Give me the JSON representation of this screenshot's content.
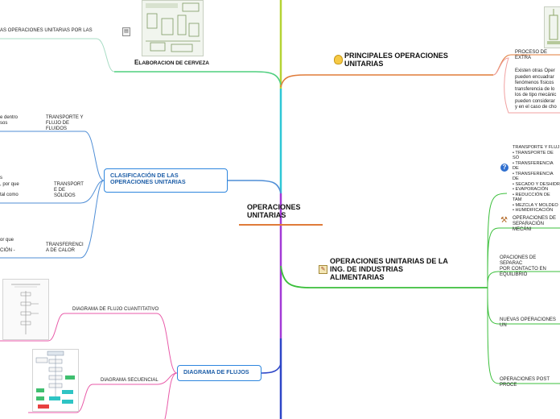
{
  "center": {
    "title": "OPERACIONES\nUNITARIAS"
  },
  "right": {
    "principales": {
      "title": "PRINCIPALES OPERACIONES\nUNITARIAS",
      "proceso_label": "PROCESO DE EXTRA",
      "existen_text": "Existen otras Oper\npueden encuadrar\nfenómenos físicos\ntransferencia de lo\nlos de tipo mecánic\npueden considerar\ny en el caso de cho"
    },
    "industrias": {
      "title": "OPERACIONES UNITARIAS DE LA\nING. DE INDUSTRIAS\nALIMENTARIAS",
      "list_text": "TRANSPORTE Y FLUJ\n• TRANSPORTE DE SÓ\n• TRANSFERENCIA DE\n• TRANSFERENCIA DE\n• SECADO Y DESHIDR\n• EVAPORACIÓN\n• REDUCCIÓN DE TAM\n• MEZCLA Y MOLDEO\n• HUMIDIFICACIÓN",
      "separacion_mecanica": "OPERACIONES DE\nSEPARACIÓN MECÁNI",
      "separacion_contacto": "OPACIONES DE SEPARAC\nPOR CONTACTO EN\nEQUILIBRIO",
      "nuevas": "NUEVAS OPERACIONES UN",
      "post": "OPERACIONES POST PROCE"
    }
  },
  "left": {
    "top_label": "AS OPERACIONES UNITARIAS POR LAS",
    "beer_caption_first": "E",
    "beer_caption_rest": "LABORACION DE CERVEZA",
    "clasificacion": {
      "title": "CLASIFICACIÓN DE LAS\nOPERACIONES UNITARIAS",
      "transporte_flujo": "TRANSPORTE Y\nFLUJO DE\nFLUIDOS",
      "transporte_solidos": "TRANSPORT\nE DE\nSÓLIDOS",
      "transferencia_calor": "TRANSFERENCI\nA DE CALOR",
      "frag_1": "e dentro\nsos",
      "frag_2": "s",
      "frag_3": ", por que",
      "frag_4": "tal como",
      "frag_5": "or que",
      "frag_6": "CIÓN -"
    },
    "flujos": {
      "title": "DIAGRAMA DE FLUJOS",
      "cuantitativo": "DIAGRAMA DE FLUJO CUANTITATIVO",
      "secuencial": "DIAGRAMA SECUENCIAL"
    }
  },
  "colors": {
    "spine_top": "#b5d334",
    "spine_mid": "#2fc7d6",
    "spine_purple": "#a33ad6",
    "spine_bottom": "#2d46c7",
    "right_top_branch": "#e07b39",
    "right_mid_branch": "#3bbf3b",
    "left_blue": "#4f8ed6",
    "left_pink": "#e85aa8",
    "left_green": "#4fcf7f"
  },
  "icons": [
    "bulb-icon",
    "note-icon",
    "question-icon",
    "hammer-icon",
    "clipboard-icon"
  ]
}
